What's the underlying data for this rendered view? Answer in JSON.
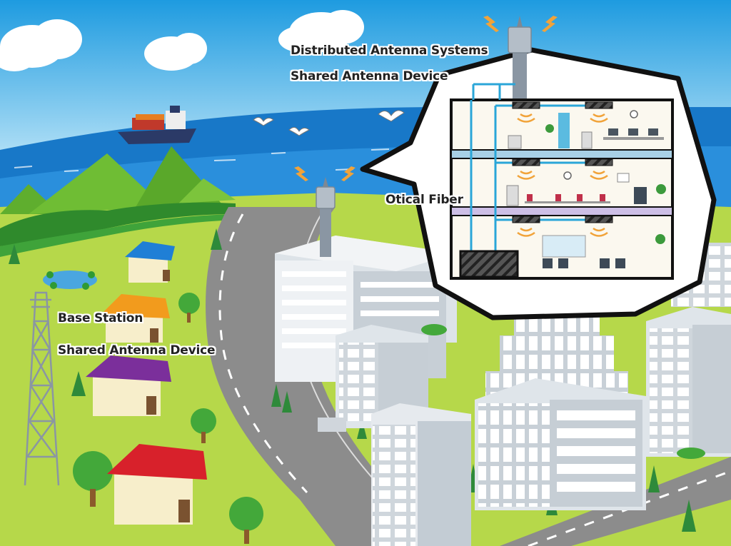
{
  "labels": {
    "distributed_antenna_systems": "Distributed Antenna Systems",
    "shared_antenna_device_top": "Shared Antenna Device",
    "optical_fiber": "Otical Fiber",
    "base_station": "Base Station",
    "shared_antenna_device_left": "Shared Antenna Device"
  },
  "colors": {
    "sky": "#35a9e4",
    "sea": "#1a79c9",
    "grass": "#b5d94a",
    "mountain": "#69b82e",
    "road": "#8f8f8f",
    "building": "#e8ecef",
    "fiber": "#2aa6d8",
    "signal": "#f1a33a",
    "callout_border": "#111111"
  }
}
